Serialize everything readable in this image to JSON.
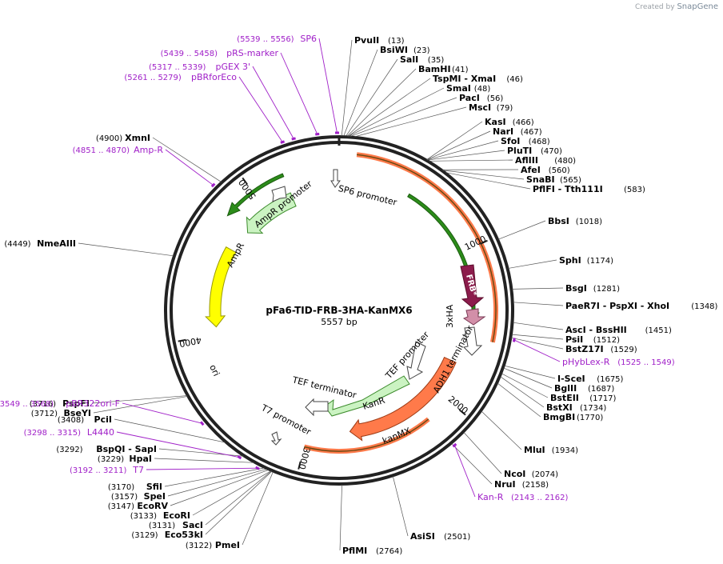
{
  "brand": {
    "prefix": "Created by",
    "name": "SnapGene"
  },
  "plasmid": {
    "name": "pFa6-TID-FRB-3HA-KanMX6",
    "size_label": "5557 bp",
    "length": 5557
  },
  "colors": {
    "frb": "#8c1c4c",
    "ha": "#d28fa8",
    "orange": "#ff7a4a",
    "ori": "#ffff00",
    "ampr": "#cbf3c2",
    "primer": "#a020c8"
  },
  "ticks": [
    {
      "pos": 1000,
      "label": "1000"
    },
    {
      "pos": 2000,
      "label": "2000"
    },
    {
      "pos": 3000,
      "label": "3000"
    },
    {
      "pos": 4000,
      "label": "4000"
    },
    {
      "pos": 5000,
      "label": "5000"
    }
  ],
  "sites": [
    {
      "name": "PvuII",
      "pos": "(13)"
    },
    {
      "name": "BsiWI",
      "pos": "(23)"
    },
    {
      "name": "SalI",
      "pos": "(35)"
    },
    {
      "name": "BamHI",
      "pos": "(41)"
    },
    {
      "name": "TspMI - XmaI",
      "pos": "(46)"
    },
    {
      "name": "SmaI",
      "pos": "(48)"
    },
    {
      "name": "PacI",
      "pos": "(56)"
    },
    {
      "name": "MscI",
      "pos": "(79)"
    },
    {
      "name": "KasI",
      "pos": "(466)"
    },
    {
      "name": "NarI",
      "pos": "(467)"
    },
    {
      "name": "SfoI",
      "pos": "(468)"
    },
    {
      "name": "PluTI",
      "pos": "(470)"
    },
    {
      "name": "AflIII",
      "pos": "(480)"
    },
    {
      "name": "AfeI",
      "pos": "(560)"
    },
    {
      "name": "SnaBI",
      "pos": "(565)"
    },
    {
      "name": "PflFI - Tth111I",
      "pos": "(583)"
    },
    {
      "name": "BbsI",
      "pos": "(1018)"
    },
    {
      "name": "SphI",
      "pos": "(1174)"
    },
    {
      "name": "BsgI",
      "pos": "(1281)"
    },
    {
      "name": "PaeR7I - PspXI - XhoI",
      "pos": "(1348)"
    },
    {
      "name": "AscI - BssHII",
      "pos": "(1451)"
    },
    {
      "name": "PsiI",
      "pos": "(1512)"
    },
    {
      "name": "BstZ17I",
      "pos": "(1529)"
    },
    {
      "name": "I-SceI",
      "pos": "(1675)"
    },
    {
      "name": "BglII",
      "pos": "(1687)"
    },
    {
      "name": "BstEII",
      "pos": "(1717)"
    },
    {
      "name": "BstXI",
      "pos": "(1734)"
    },
    {
      "name": "BmgBI",
      "pos": "(1770)"
    },
    {
      "name": "MluI",
      "pos": "(1934)"
    },
    {
      "name": "NcoI",
      "pos": "(2074)"
    },
    {
      "name": "NruI",
      "pos": "(2158)"
    },
    {
      "name": "AsiSI",
      "pos": "(2501)"
    },
    {
      "name": "PflMI",
      "pos": "(2764)"
    },
    {
      "name": "PmeI",
      "pos": "(3122)"
    },
    {
      "name": "Eco53kI",
      "pos": "(3129)"
    },
    {
      "name": "SacI",
      "pos": "(3131)"
    },
    {
      "name": "EcoRI",
      "pos": "(3133)"
    },
    {
      "name": "EcoRV",
      "pos": "(3147)"
    },
    {
      "name": "SpeI",
      "pos": "(3157)"
    },
    {
      "name": "SfiI",
      "pos": "(3170)"
    },
    {
      "name": "HpaI",
      "pos": "(3229)"
    },
    {
      "name": "BspQI - SapI",
      "pos": "(3292)"
    },
    {
      "name": "PciI",
      "pos": "(3408)"
    },
    {
      "name": "BseYI",
      "pos": "(3712)"
    },
    {
      "name": "PspFI",
      "pos": "(3716)"
    },
    {
      "name": "NmeAIII",
      "pos": "(4449)"
    },
    {
      "name": "XmnI",
      "pos": "(4900)"
    }
  ],
  "primers": [
    {
      "name": "SP6",
      "range": "(5539 .. 5556)"
    },
    {
      "name": "pRS-marker",
      "range": "(5439 .. 5458)"
    },
    {
      "name": "pGEX 3'",
      "range": "(5317 .. 5339)"
    },
    {
      "name": "pBRforEco",
      "range": "(5261 .. 5279)"
    },
    {
      "name": "Amp-R",
      "range": "(4851 .. 4870)"
    },
    {
      "name": "pHybLex-R",
      "range": "(1525 .. 1549)"
    },
    {
      "name": "Kan-R",
      "range": "(2143 .. 2162)"
    },
    {
      "name": "pBR322ori-F",
      "range": "(3549 .. 3568)"
    },
    {
      "name": "L4440",
      "range": "(3298 .. 3315)"
    },
    {
      "name": "T7",
      "range": "(3192 .. 3211)"
    }
  ],
  "features": [
    {
      "name": "SP6 promoter"
    },
    {
      "name": "FRB*"
    },
    {
      "name": "3xHA"
    },
    {
      "name": "ADH1 terminator"
    },
    {
      "name": "TEF promoter"
    },
    {
      "name": "KanR"
    },
    {
      "name": "TEF terminator"
    },
    {
      "name": "kanMX"
    },
    {
      "name": "T7 promoter"
    },
    {
      "name": "ori"
    },
    {
      "name": "AmpR"
    },
    {
      "name": "AmpR promoter"
    }
  ]
}
